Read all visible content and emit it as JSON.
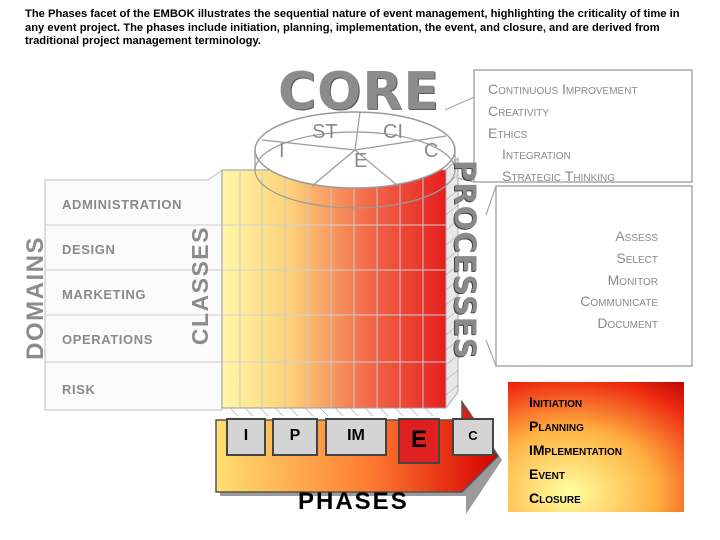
{
  "intro_text": "The Phases facet of the EMBOK illustrates the sequential nature of event management, highlighting the criticality of time in any event project. The phases include initiation, planning, implementation, the event, and closure, and are derived from traditional project management terminology.",
  "core": {
    "title": "CORE",
    "labels": [
      "ST",
      "CI",
      "I",
      "E",
      "C"
    ],
    "items": [
      "Continuous Improvement",
      "Creativity",
      "Ethics",
      "Integration",
      "Strategic Thinking"
    ]
  },
  "processes": {
    "title": "PROCESSES",
    "items": [
      "Assess",
      "Select",
      "Monitor",
      "Communicate",
      "Document"
    ]
  },
  "domains": {
    "title": "DOMAINS",
    "items": [
      "ADMINISTRATION",
      "DESIGN",
      "MARKETING",
      "OPERATIONS",
      "RISK"
    ]
  },
  "classes": {
    "title": "CLASSES"
  },
  "phases": {
    "title": "PHASES",
    "boxes": [
      "I",
      "P",
      "IM",
      "E",
      "C"
    ],
    "items": [
      "Initiation",
      "Planning",
      "IMplementation",
      "Event",
      "Closure"
    ]
  },
  "colors": {
    "title_gray": "#8c8c8c",
    "cylinder_top": "#fff8b0",
    "cylinder_bottom": "#e82020",
    "phase_gradient_light": "#ffff80",
    "phase_gradient_dark": "#c00000"
  }
}
